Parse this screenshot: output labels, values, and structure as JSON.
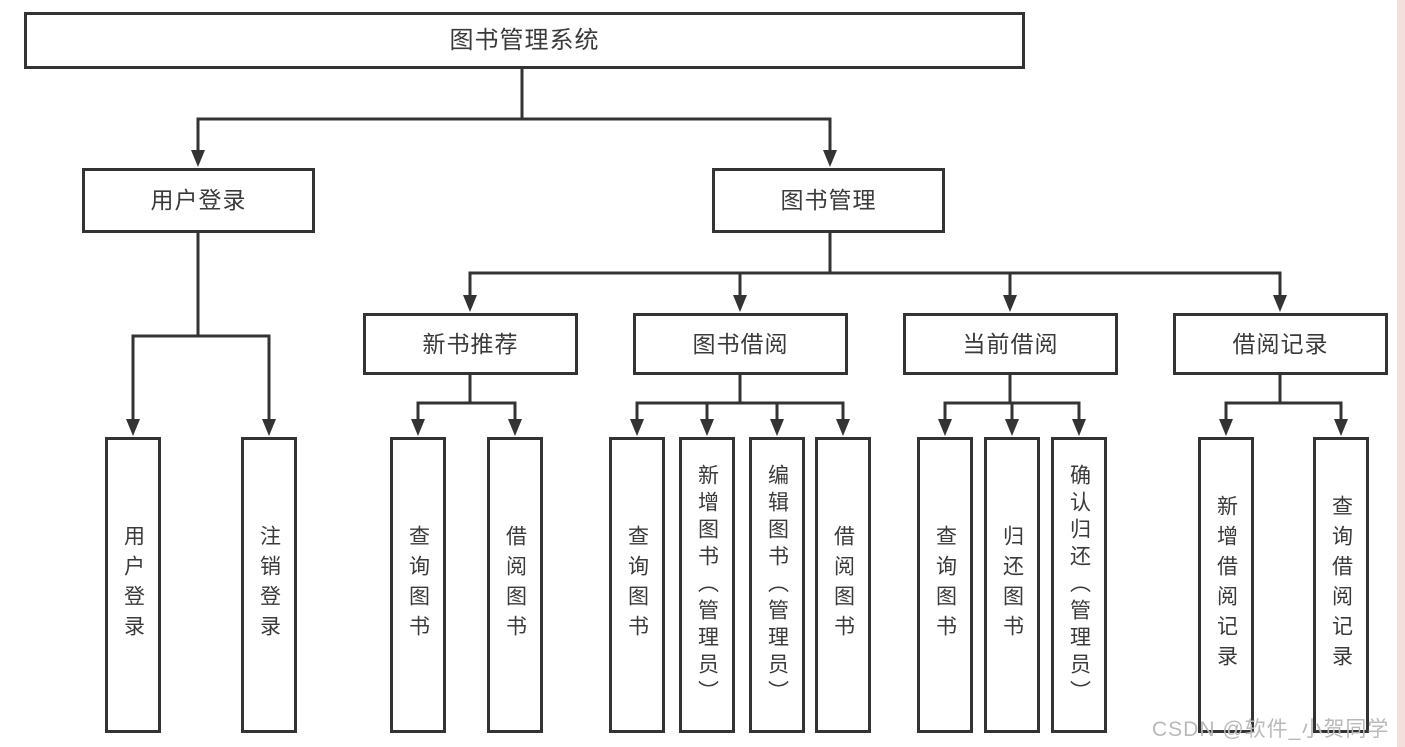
{
  "nodes": {
    "root": "图书管理系统",
    "user_login": "用户登录",
    "book_management": "图书管理",
    "new_book_recommend": "新书推荐",
    "book_borrow": "图书借阅",
    "current_borrow": "当前借阅",
    "borrow_records": "借阅记录",
    "leaf_user_login": "用户登录",
    "leaf_logout": "注销登录",
    "leaf_recommend_query_book": "查询图书",
    "leaf_recommend_borrow_book": "借阅图书",
    "leaf_borrow_query_book": "查询图书",
    "leaf_borrow_add_book": "新增图书（管理员）",
    "leaf_borrow_edit_book": "编辑图书（管理员）",
    "leaf_borrow_borrow_book": "借阅图书",
    "leaf_current_query_book": "查询图书",
    "leaf_current_return_book": "归还图书",
    "leaf_current_confirm_return": "确认归还（管理员）",
    "leaf_record_add": "新增借阅记录",
    "leaf_record_query": "查询借阅记录"
  },
  "watermark": {
    "text": "CSDN @软件_小贺同学",
    "color": "#b9b9b9"
  },
  "colors": {
    "line": "#333333",
    "box_border": "#333333",
    "text": "#3a3a3a",
    "box_background": "#ffffff",
    "page_background": "#ffffff",
    "right_edge_strip": "#f4dede"
  }
}
